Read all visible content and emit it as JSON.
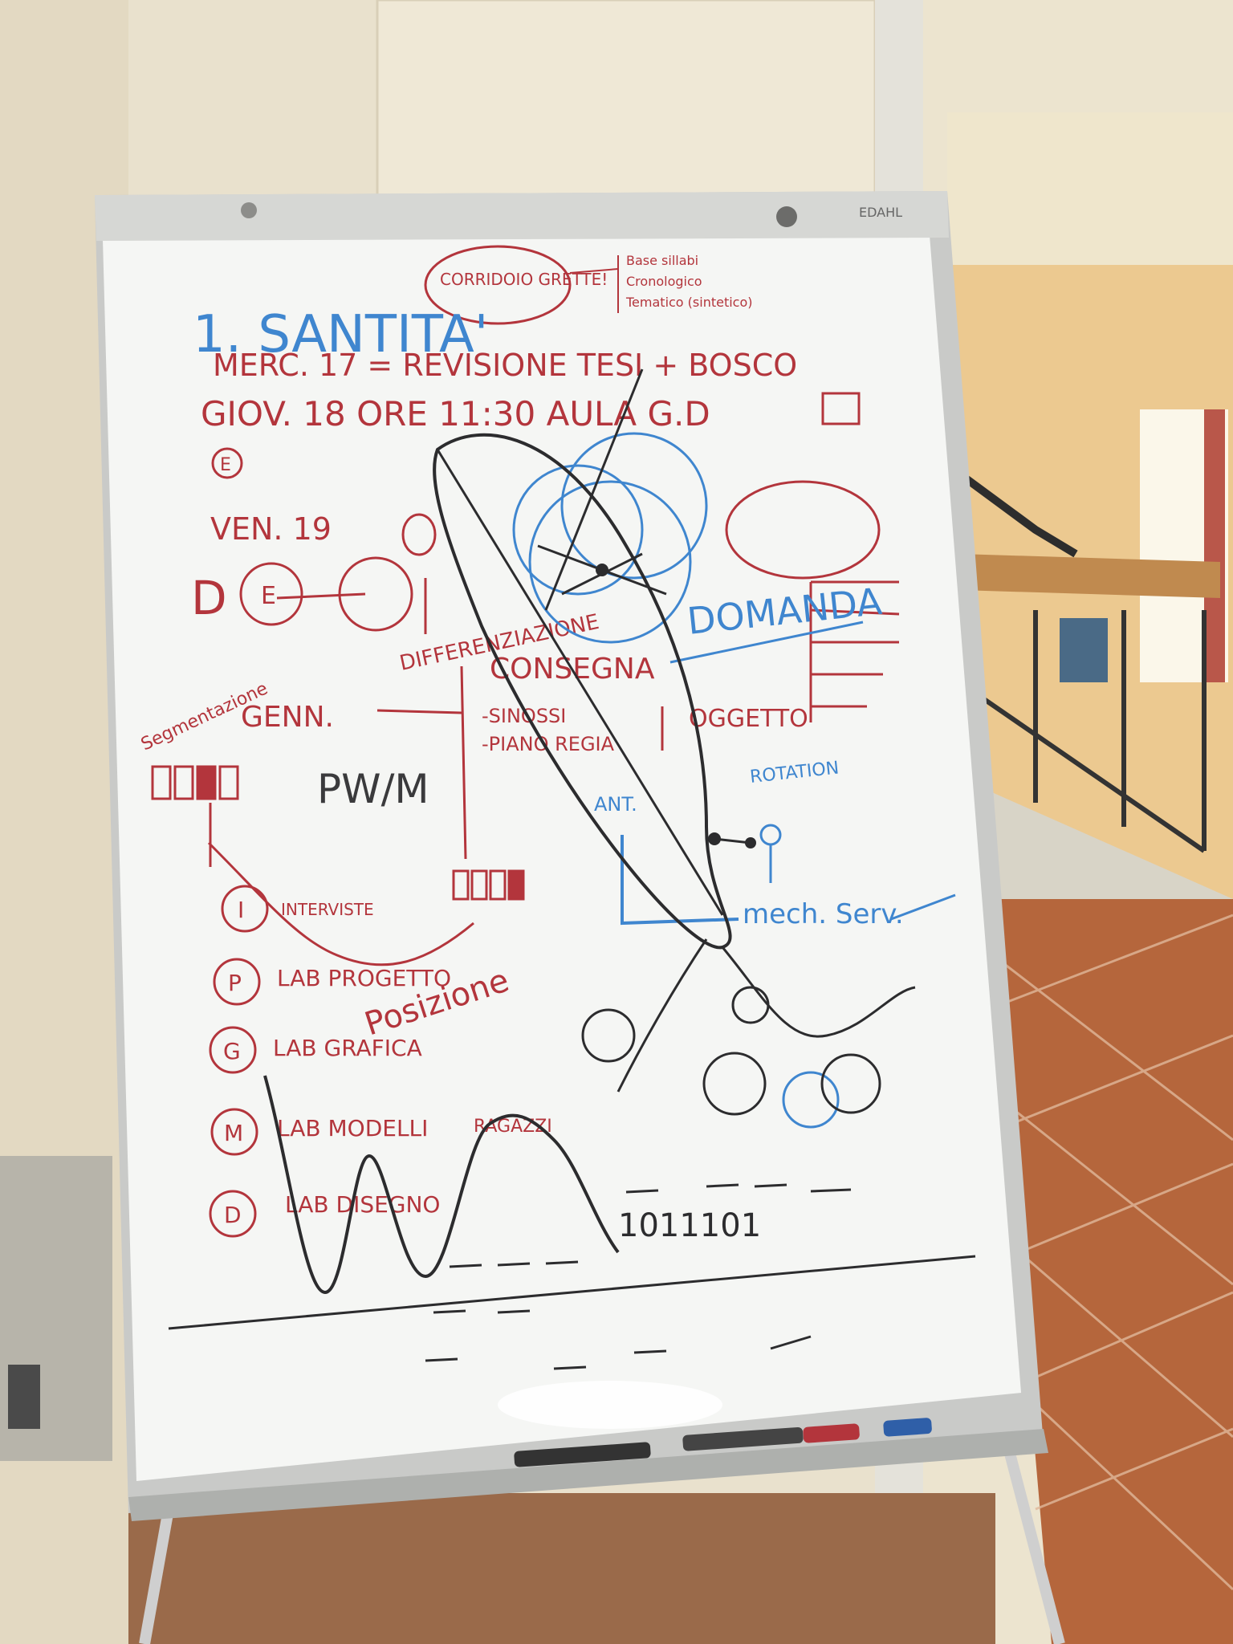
{
  "board": {
    "brand": "EDAHL",
    "title": "1. SANTITA'",
    "bubble": "CORRIDOIO GRETTE!",
    "bubble_notes": [
      "Base sillabi",
      "Cronologico",
      "Tematico (sintetico)"
    ],
    "line1": "MERC. 17 = REVISIONE TESI + BOSCO",
    "line2": "GIOV. 18   ORE   11:30   AULA G.D",
    "circle_e": "E",
    "ven": "VEN.   19",
    "d": "D",
    "e2": "E",
    "differenziazione": "DIFFERENZIAZIONE",
    "consegna": "CONSEGNA",
    "domanda": "DOMANDA",
    "segmentazione": "Segmentazione",
    "genn": "GENN.",
    "sinossi": "-SINOSSI",
    "piano_regia": "-PIANO REGIA",
    "oggetto": "OGGETTO",
    "pwm": "PW/M",
    "rotation": "ROTATION",
    "ant": "ANT.",
    "mech_serv": "mech. Serv.",
    "posizione": "Posizione",
    "legend": [
      {
        "letter": "I",
        "label": "INTERVISTE"
      },
      {
        "letter": "P",
        "label": "LAB PROGETTO"
      },
      {
        "letter": "G",
        "label": "LAB GRAFICA"
      },
      {
        "letter": "M",
        "label": "LAB MODELLI"
      },
      {
        "letter": "D",
        "label": "LAB DISEGNO"
      }
    ],
    "ragazzi": "RAGAZZI",
    "binary": "1011101"
  },
  "colors": {
    "wall": "#e9e1cd",
    "paper": "#f5f6f4",
    "red_marker": "#b3353c",
    "blue_marker": "#3f86cf",
    "black_marker": "#2c2c2e",
    "floor": "#b5663c"
  }
}
